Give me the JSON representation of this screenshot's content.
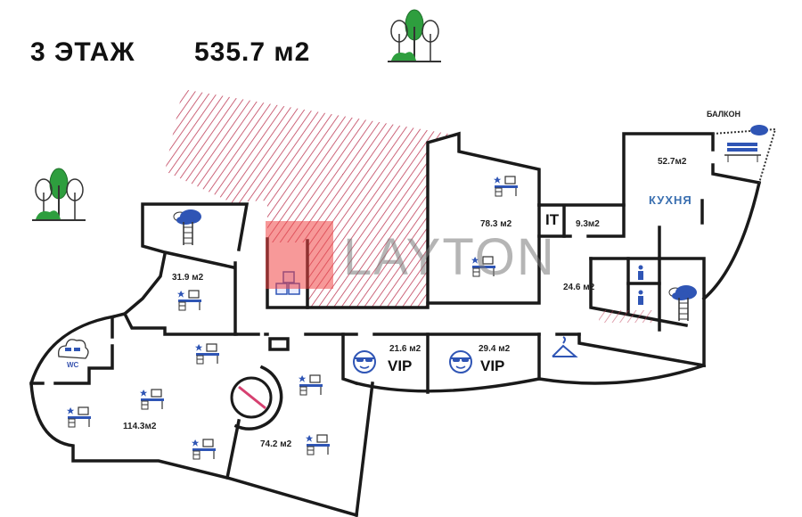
{
  "header": {
    "floor": "3 ЭТАЖ",
    "total_area": "535.7 м2"
  },
  "watermark": {
    "brand": "LAYTON"
  },
  "rooms": {
    "balcony": "БАЛКОН",
    "kitchen_area": "52.7м2",
    "kitchen": "КУХНЯ",
    "office_78": "78.3 м2",
    "it_label": "IT",
    "it_area": "9.3м2",
    "hall_24": "24.6 м2",
    "office_31": "31.9 м2",
    "vip1_area": "21.6 м2",
    "vip1_label": "VIP",
    "vip2_area": "29.4 м2",
    "vip2_label": "VIP",
    "wc": "WC",
    "office_114": "114.3м2",
    "office_74": "74.2 м2"
  },
  "colors": {
    "wall": "#1a1a1a",
    "icon": "#2f55b5",
    "tree": "#2e9e3e",
    "hatch": "#c0405a"
  }
}
